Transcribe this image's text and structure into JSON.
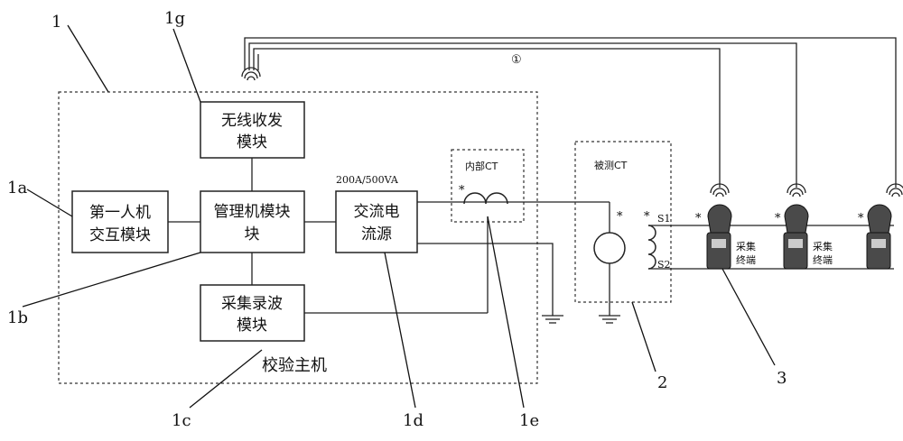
{
  "labels": {
    "host": "1",
    "wireless": "1g",
    "hmi": "1a",
    "manager": "1b",
    "recorder": "1c",
    "ac_source": "1d",
    "internal_ct": "1e",
    "tested_ct": "2",
    "terminals": "3"
  },
  "modules": {
    "wireless_line1": "无线收发",
    "wireless_line2": "模块",
    "hmi_line1": "第一人机",
    "hmi_line2": "交互模块",
    "manager_line1": "管理机模块",
    "manager_line2": "块",
    "recorder_line1": "采集录波",
    "recorder_line2": "模块",
    "source_line1": "交流电",
    "source_line2": "流源",
    "source_rating": "200A/500VA"
  },
  "host_title": "校验主机",
  "internal_ct_label": "内部CT",
  "tested_ct_label": "被测CT",
  "circle_marker": "①",
  "star": "*",
  "s1": "S1",
  "s2": "S2",
  "terminal_line1": "采集",
  "terminal_line2": "终端"
}
